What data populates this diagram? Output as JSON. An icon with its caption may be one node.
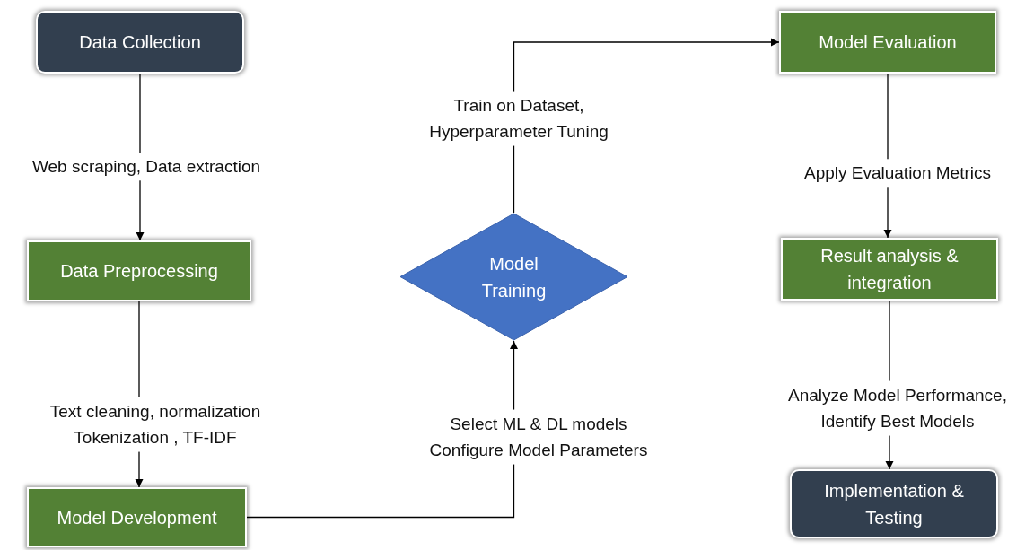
{
  "diagram": {
    "nodes": [
      {
        "text": [
          "Data Collection"
        ]
      },
      {
        "text": [
          "Data Preprocessing"
        ]
      },
      {
        "text": [
          "Model Development"
        ]
      },
      {
        "text": [
          "Model Training"
        ]
      },
      {
        "text": [
          "Model Evaluation"
        ]
      },
      {
        "text": [
          "Result analysis & integration"
        ]
      },
      {
        "text": [
          "Implementation & Testing"
        ]
      }
    ],
    "edges": [
      {
        "from": 0,
        "to": 1,
        "arrow": "to",
        "label": "Web scraping, Data extraction"
      },
      {
        "from": 1,
        "to": 2,
        "arrow": "to",
        "label": "Text cleaning, normalization Tokenization , TF-IDF"
      },
      {
        "from": 2,
        "to": 3,
        "arrow": "to",
        "label": "Select ML & DL models Configure Model Parameters"
      },
      {
        "from": 3,
        "to": 4,
        "arrow": "to",
        "label": "Train on Dataset, Hyperparameter Tuning"
      },
      {
        "from": 4,
        "to": 5,
        "arrow": "to",
        "label": "Apply Evaluation Metrics"
      },
      {
        "from": 5,
        "to": 6,
        "arrow": "to",
        "label": "Analyze Model Performance, Identify Best Models"
      }
    ]
  }
}
